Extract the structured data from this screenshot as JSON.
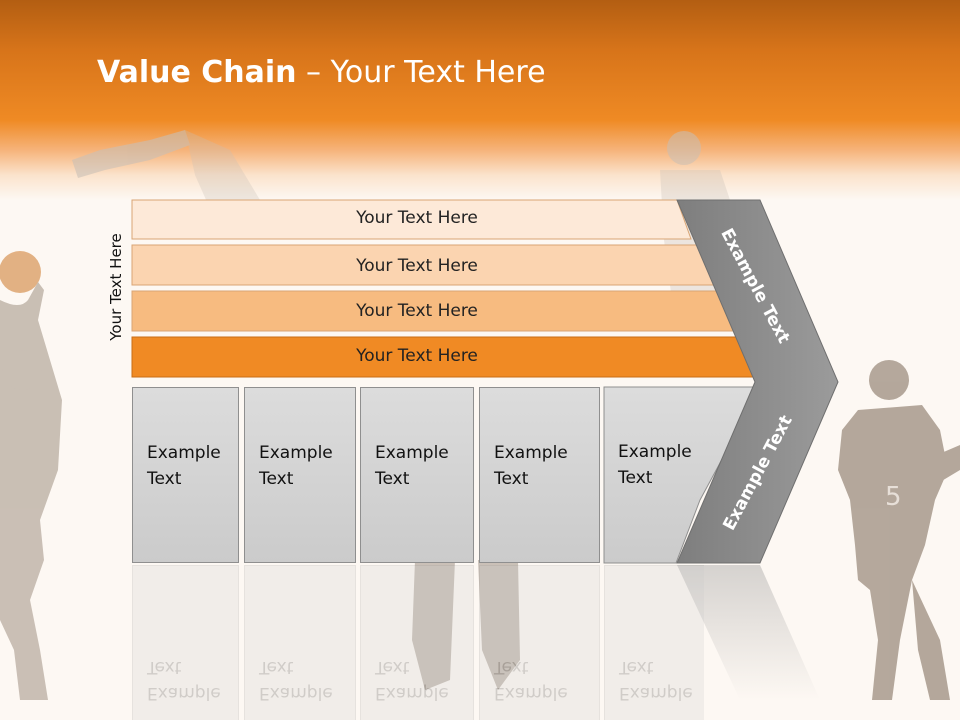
{
  "slide": {
    "title_bold": "Value Chain",
    "title_rest": " – Your Text Here",
    "vertical_label": "Your Text Here",
    "bars": [
      {
        "label": "Your Text Here",
        "color": "#fde9d8"
      },
      {
        "label": "Your Text Here",
        "color": "#fbd4b0"
      },
      {
        "label": "Your Text Here",
        "color": "#f7bb80"
      },
      {
        "label": "Your Text Here",
        "color": "#f08a24"
      }
    ],
    "boxes": [
      {
        "label": "Example\nText"
      },
      {
        "label": "Example\nText"
      },
      {
        "label": "Example\nText"
      },
      {
        "label": "Example\nText"
      },
      {
        "label": "Example\nText"
      }
    ],
    "chevron_upper_label": "Example Text",
    "chevron_lower_label": "Example Text",
    "colors": {
      "header_orange": "#ef8a24",
      "chevron_gray": "#8c8c8c",
      "box_gray": "#d3d3d3"
    }
  }
}
